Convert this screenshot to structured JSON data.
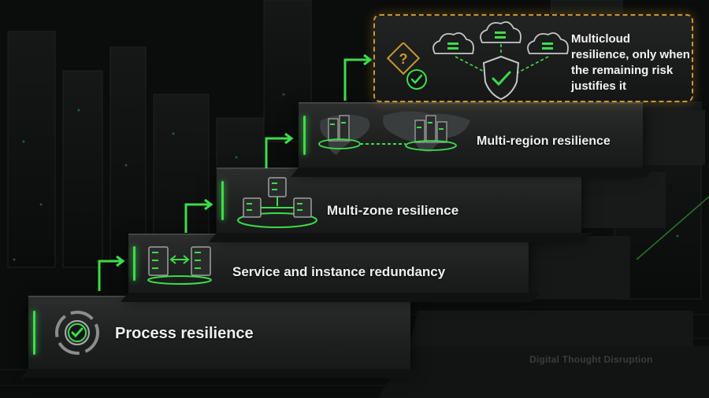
{
  "steps": [
    {
      "label": "Process resilience",
      "icon": "gear-check-icon"
    },
    {
      "label": "Service and instance redundancy",
      "icon": "server-failover-icon"
    },
    {
      "label": "Multi-zone resilience",
      "icon": "zone-cluster-icon"
    },
    {
      "label": "Multi-region resilience",
      "icon": "world-map-regions-icon"
    }
  ],
  "top": {
    "label": "Multicloud resilience, only when the remaining risk justifies it",
    "icons": [
      "question-diamond-icon",
      "check-circle-icon",
      "cloud-server-icon",
      "shield-check-icon"
    ]
  },
  "watermark": "Digital Thought Disruption",
  "colors": {
    "accent": "#3ddc4a",
    "gold": "#c9962f",
    "step": "#232525",
    "background": "#0b0c0c"
  }
}
